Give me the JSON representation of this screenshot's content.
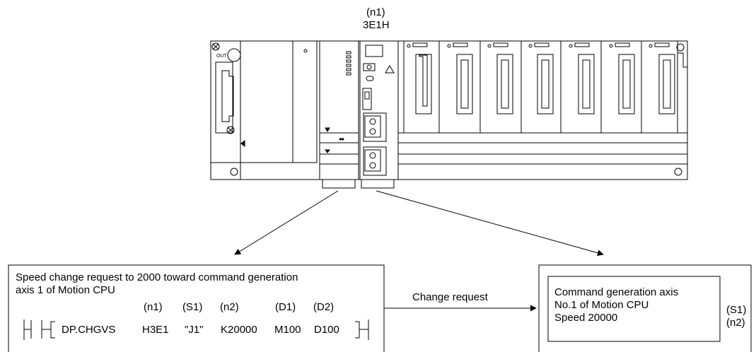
{
  "plc": {
    "cpu_label_top": "(n1)",
    "cpu_label_bottom": "3E1H",
    "out_label": "OUT",
    "usb_symbol": "⬌"
  },
  "program_box": {
    "description": [
      "Speed change request to 2000 toward command generation",
      "axis 1 of Motion CPU"
    ],
    "operand_labels": [
      "(n1)",
      "(S1)",
      "(n2)",
      "(D1)",
      "(D2)"
    ],
    "instruction": "DP.CHGVS",
    "operands": [
      "H3E1",
      "\"J1\"",
      "K20000",
      "M100",
      "D100"
    ]
  },
  "arrow_label": "Change request",
  "motion_box": {
    "lines": [
      "Command generation axis",
      "No.1 of Motion CPU",
      "Speed 20000"
    ],
    "side_labels": [
      "(S1)",
      "(n2)"
    ]
  }
}
